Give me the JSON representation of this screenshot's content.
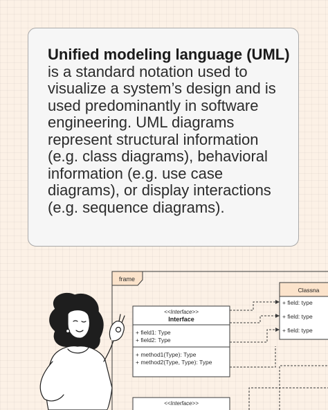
{
  "card": {
    "term": "Unified modeling language (UML)",
    "description": " is a standard notation used to visualize a system’s design and is used predominantly in software engineering. UML diagrams represent structural information (e.g. class diagrams), behavioral information (e.g. use case diagrams), or display interactions (e.g. sequence diagrams)."
  },
  "diagram": {
    "frame_label": "frame",
    "interface_box": {
      "stereotype": "<<Interface>>",
      "name": "Interface",
      "fields": [
        "+ field1: Type",
        "+ field2: Type"
      ],
      "methods": [
        "+ method1(Type): Type",
        "+ method2(Type, Type): Type"
      ]
    },
    "classname_box": {
      "name": "Classna",
      "fields": [
        "+ field: type",
        "+ field: type",
        "+ field: type"
      ]
    },
    "interface_box_2": {
      "stereotype": "<<Interface>>"
    }
  },
  "colors": {
    "background": "#fcf1e6",
    "card": "#f6f6f6",
    "class_header": "#fbe3cb",
    "line": "#3a3a3a"
  }
}
